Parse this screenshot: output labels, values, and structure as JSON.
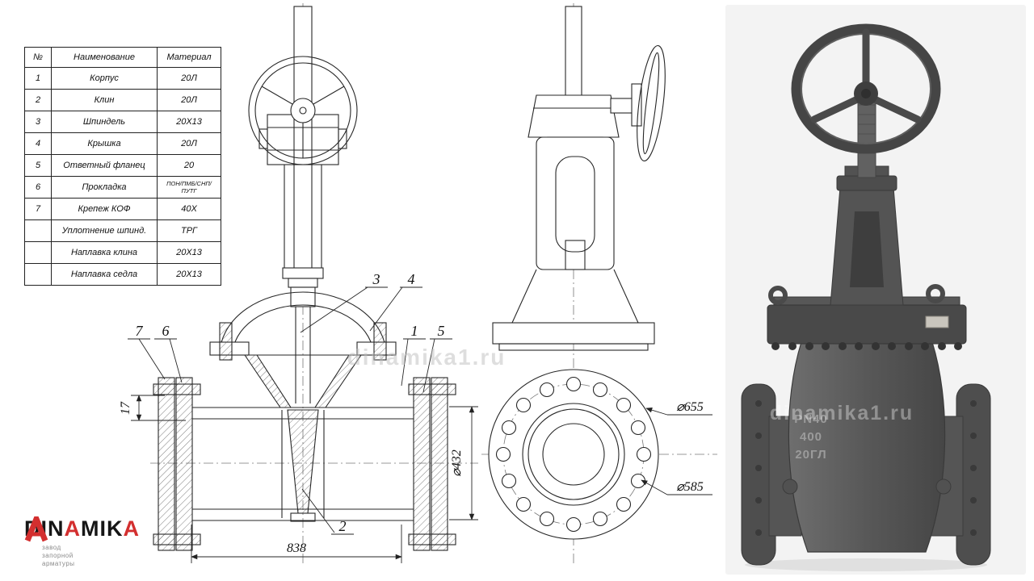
{
  "table": {
    "headers": [
      "№",
      "Наименование",
      "Материал"
    ],
    "rows": [
      {
        "num": "1",
        "name": "Корпус",
        "material": "20Л"
      },
      {
        "num": "2",
        "name": "Клин",
        "material": "20Л"
      },
      {
        "num": "3",
        "name": "Шпиндель",
        "material": "20Х13"
      },
      {
        "num": "4",
        "name": "Крышка",
        "material": "20Л"
      },
      {
        "num": "5",
        "name": "Ответный фланец",
        "material": "20"
      },
      {
        "num": "6",
        "name": "Прокладка",
        "material": "ПОН/ПМБ/СНП/ПУТГ"
      },
      {
        "num": "7",
        "name": "Крепеж КОФ",
        "material": "40Х"
      },
      {
        "num": "",
        "name": "Уплотнение шпинд.",
        "material": "ТРГ"
      },
      {
        "num": "",
        "name": "Наплавка клина",
        "material": "20Х13"
      },
      {
        "num": "",
        "name": "Наплавка седла",
        "material": "20Х13"
      }
    ]
  },
  "dims": {
    "d17": "17",
    "d838": "838",
    "d432": "⌀432",
    "d655": "⌀655",
    "d585": "⌀585"
  },
  "callouts": {
    "n1": "1",
    "n2": "2",
    "n3": "3",
    "n4": "4",
    "n5": "5",
    "n6": "6",
    "n7": "7"
  },
  "watermark": "dinamika1.ru",
  "photo": {
    "cast": [
      "PN40",
      "400",
      "20ГЛ"
    ]
  },
  "logo": {
    "parts": [
      "DIN",
      "A",
      "MIK",
      "A"
    ],
    "subtitle": [
      "завод",
      "запорной",
      "арматуры"
    ]
  }
}
